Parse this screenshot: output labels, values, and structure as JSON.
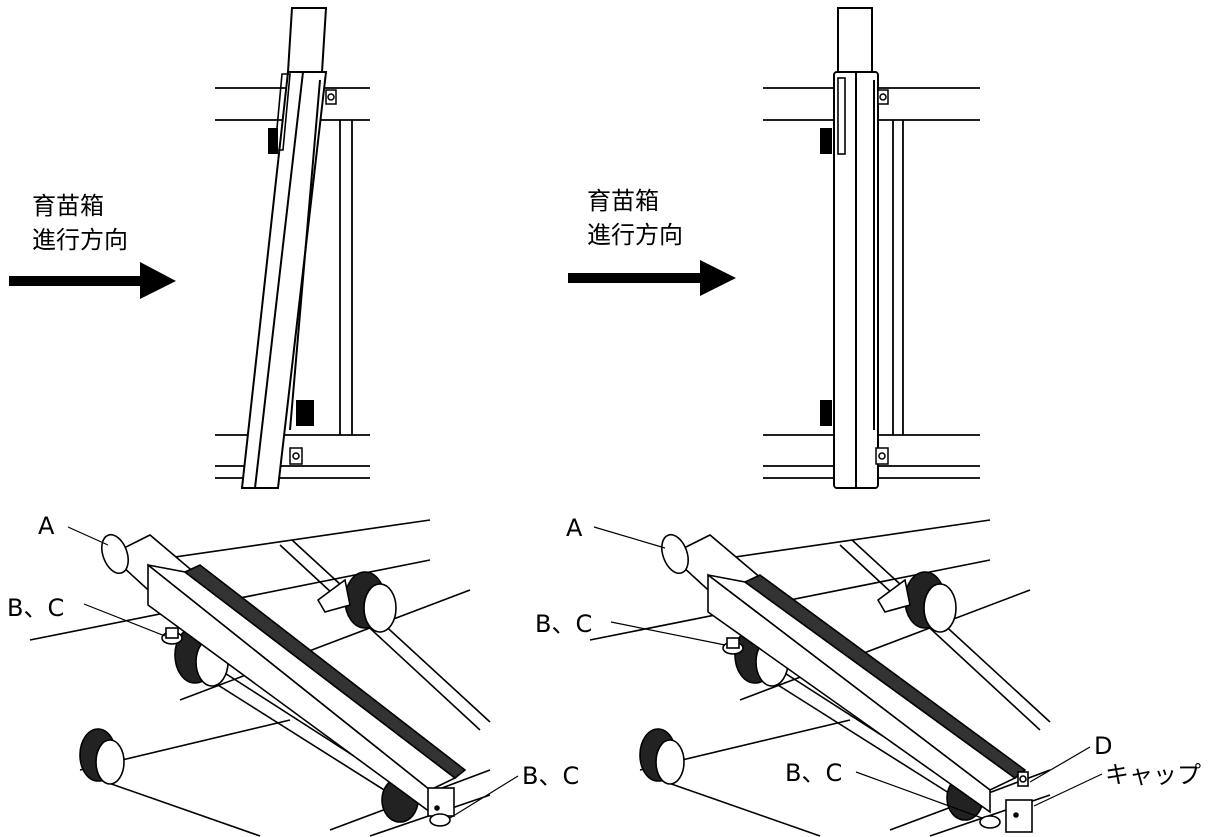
{
  "left": {
    "direction_line1": "育苗箱",
    "direction_line2": "進行方向",
    "label_a": "A",
    "label_bc_top": "B、C",
    "label_bc_bottom": "B、C"
  },
  "right": {
    "direction_line1": "育苗箱",
    "direction_line2": "進行方向",
    "label_a": "A",
    "label_bc_top": "B、C",
    "label_bc_bottom": "B、C",
    "label_d": "D",
    "label_cap": "キャップ"
  }
}
